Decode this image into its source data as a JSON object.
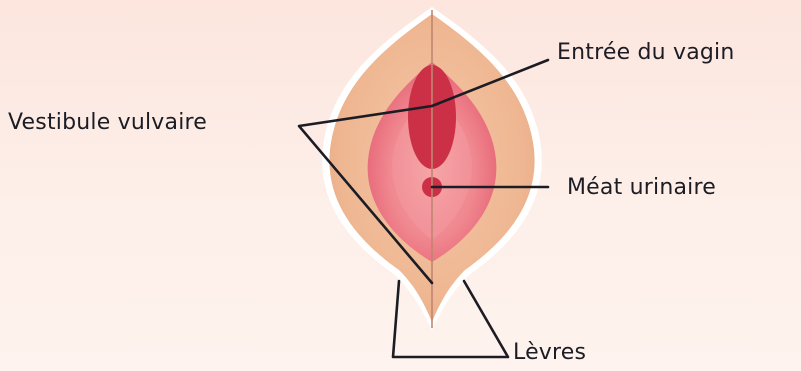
{
  "labels": {
    "entree_du_vagin": "Entrée du vagin",
    "vestibule_vulvaire": "Vestibule vulvaire",
    "meat_urinaire": "Méat urinaire",
    "levres": "Lèvres"
  },
  "colors": {
    "background": "#fce6de",
    "outer_labia": "#efb894",
    "outer_labia_edge": "#ffffff",
    "inner_labia": "#e85a6c",
    "vestibule": "#f08e95",
    "vaginal_opening": "#cc3047",
    "urethral_meatus": "#cc3047",
    "midline": "#c08570",
    "leader_lines": "#1c1c24"
  }
}
